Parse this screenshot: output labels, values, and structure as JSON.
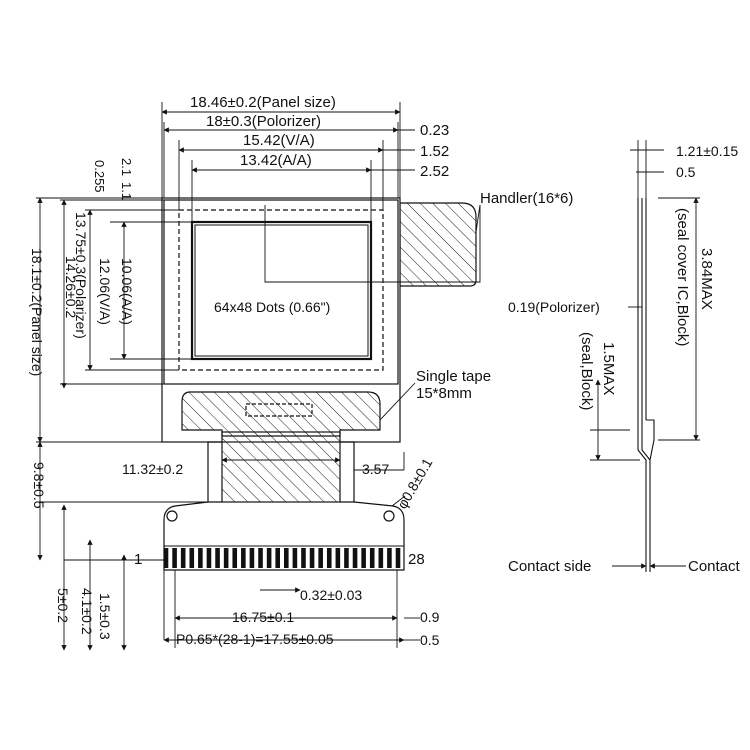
{
  "front_view": {
    "panel_size": "18.46±0.2(Panel size)",
    "polarizer_width": "18±0.3(Polorizer)",
    "va_width": "15.42(V/A)",
    "aa_width": "13.42(A/A)",
    "right_023": "0.23",
    "right_152": "1.52",
    "right_252": "2.52",
    "left_0255": "0.255",
    "left_21": "2.1",
    "left_11": "1.1",
    "aa_height": "10.06(A/A)",
    "va_height": "12.06(V/A)",
    "polarizer_height": "13.75±0.3(Polarizer)",
    "height_1426": "14.26±0.2",
    "panel_height": "18.1±0.2(Panel size)",
    "display_label": "64x48 Dots (0.66\")",
    "handler": "Handler(16*6)",
    "single_tape_1": "Single tape",
    "single_tape_2": "15*8mm",
    "fpc_width": "11.32±0.2",
    "fpc_right": "3.57",
    "hole": "φ0.8±0.1",
    "fpc_length": "9.8±0.5",
    "pin_first": "1",
    "pin_last": "28",
    "pin_width": "0.32±0.03",
    "pin_span": "16.75±0.1",
    "dim_09": "0.9",
    "pitch": "P0.65*(28-1)=17.55±0.05",
    "dim_05": "0.5",
    "dim_41": "4.1±0.2",
    "dim_5": "5±0.2",
    "dim_15": "1.5±0.3"
  },
  "side_view": {
    "top_121": "1.21±0.15",
    "top_05": "0.5",
    "thickness": "3.84MAX",
    "seal_cover": "(seal cover IC,Block)",
    "polarizer_019": "0.19(Polorizer)",
    "seal_15": "1.5MAX",
    "seal_block": "(seal,Block)",
    "contact_side": "Contact side",
    "contact": "Contact"
  }
}
